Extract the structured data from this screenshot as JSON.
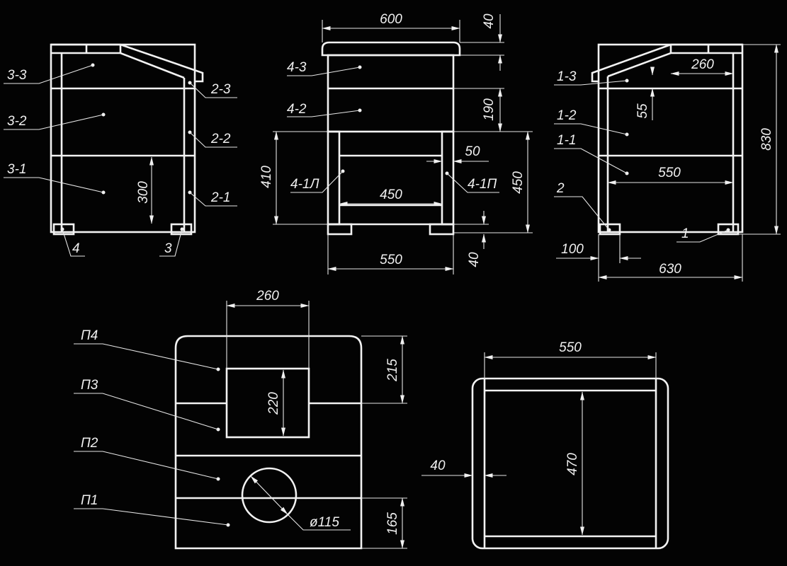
{
  "colors": {
    "background": "#030303",
    "lines": "#f2f2f2"
  },
  "views": {
    "side_left": {
      "labels": {
        "p33": "3-3",
        "p32": "3-2",
        "p31": "3-1",
        "p23": "2-3",
        "p22": "2-2",
        "p21": "2-1",
        "leg4": "4",
        "leg3": "3"
      },
      "dims": {
        "h300": "300"
      }
    },
    "front": {
      "labels": {
        "p43": "4-3",
        "p42": "4-2",
        "p41l": "4-1Л",
        "p41p": "4-1П"
      },
      "dims": {
        "w600": "600",
        "t40": "40",
        "h190": "190",
        "h410": "410",
        "w50": "50",
        "w450": "450",
        "h450": "450",
        "w550": "550",
        "b40": "40"
      }
    },
    "side_right": {
      "labels": {
        "p13": "1-3",
        "p12": "1-2",
        "p11": "1-1",
        "leg2": "2",
        "leg1": "1"
      },
      "dims": {
        "w260": "260",
        "h55": "55",
        "h830": "830",
        "w550": "550",
        "w100": "100",
        "w630": "630"
      }
    },
    "back_panel": {
      "labels": {
        "P4": "П4",
        "P3": "П3",
        "P2": "П2",
        "P1": "П1"
      },
      "dims": {
        "w260": "260",
        "h220": "220",
        "h215": "215",
        "d115": "ø115",
        "h165": "165"
      }
    },
    "top_view": {
      "dims": {
        "w550": "550",
        "t40": "40",
        "d470": "470"
      }
    }
  }
}
